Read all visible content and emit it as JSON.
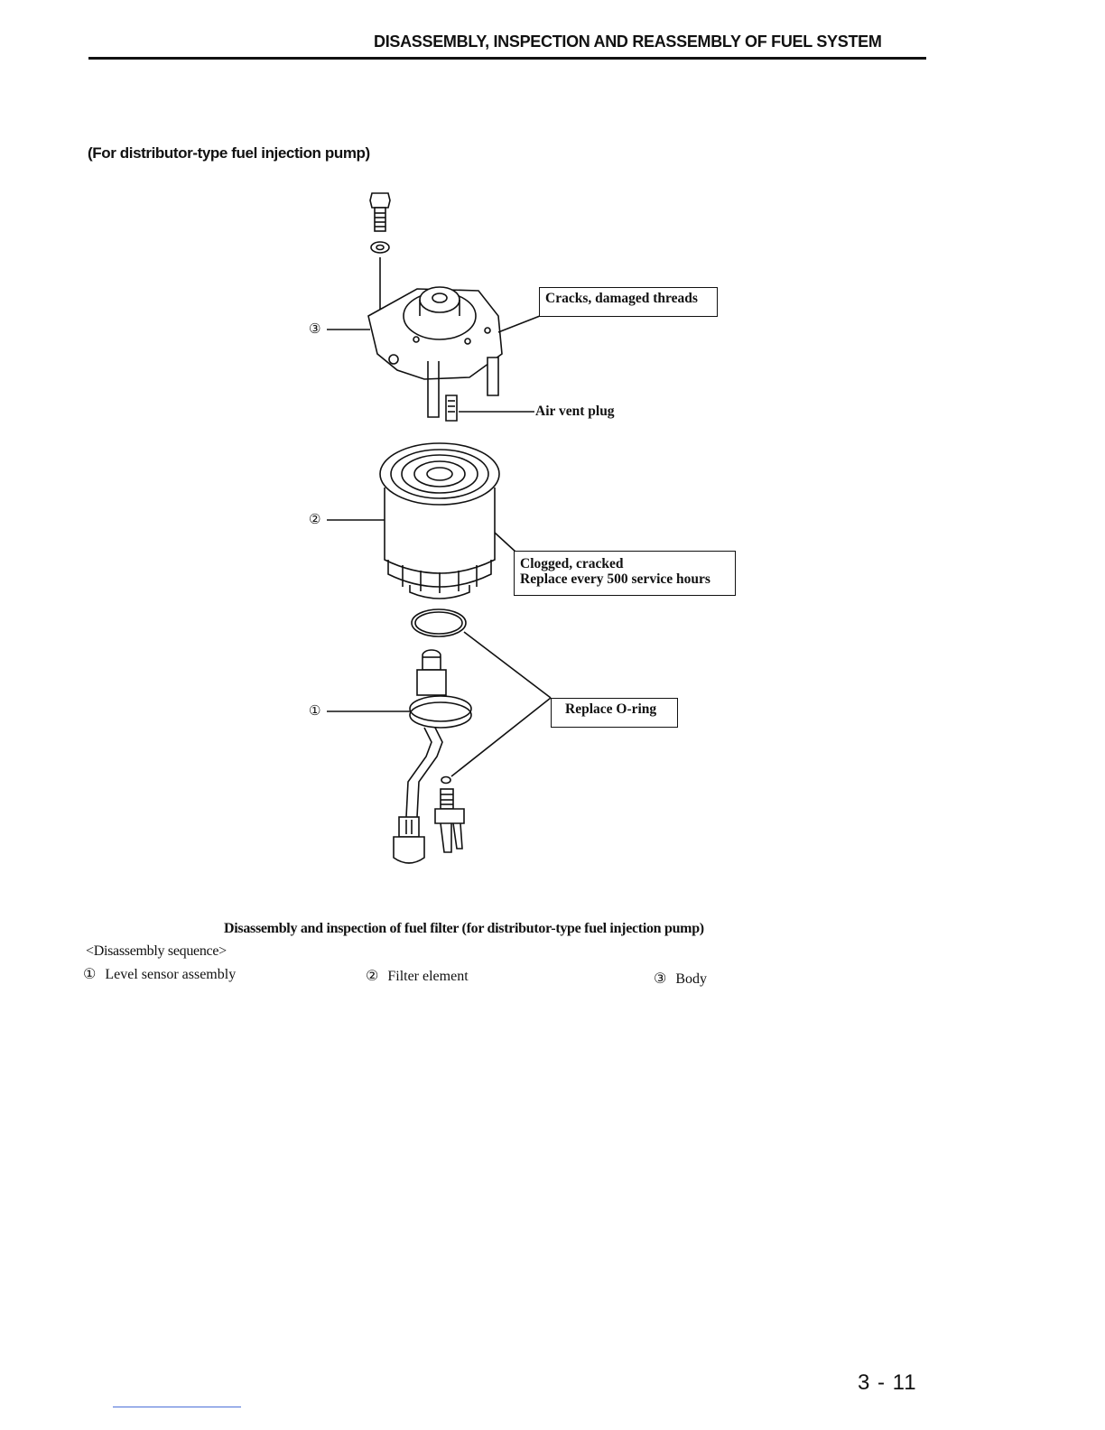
{
  "header": {
    "title": "DISASSEMBLY, INSPECTION AND REASSEMBLY OF FUEL SYSTEM"
  },
  "section_heading": "(For distributor-type fuel injection pump)",
  "diagram": {
    "markers": {
      "one": "①",
      "two": "②",
      "three": "③"
    },
    "callouts": {
      "body": "Cracks, damaged threads",
      "air_vent": "Air vent plug",
      "filter_line1": "Clogged, cracked",
      "filter_line2": "Replace every 500 service hours",
      "oring": "Replace O-ring"
    }
  },
  "caption": "Disassembly and inspection of fuel filter (for distributor-type fuel injection pump)",
  "sequence": {
    "heading": "<Disassembly sequence>",
    "items": [
      {
        "marker": "①",
        "label": "Level sensor assembly"
      },
      {
        "marker": "②",
        "label": "Filter element"
      },
      {
        "marker": "③",
        "label": "Body"
      }
    ]
  },
  "page_number": "3 - 11"
}
